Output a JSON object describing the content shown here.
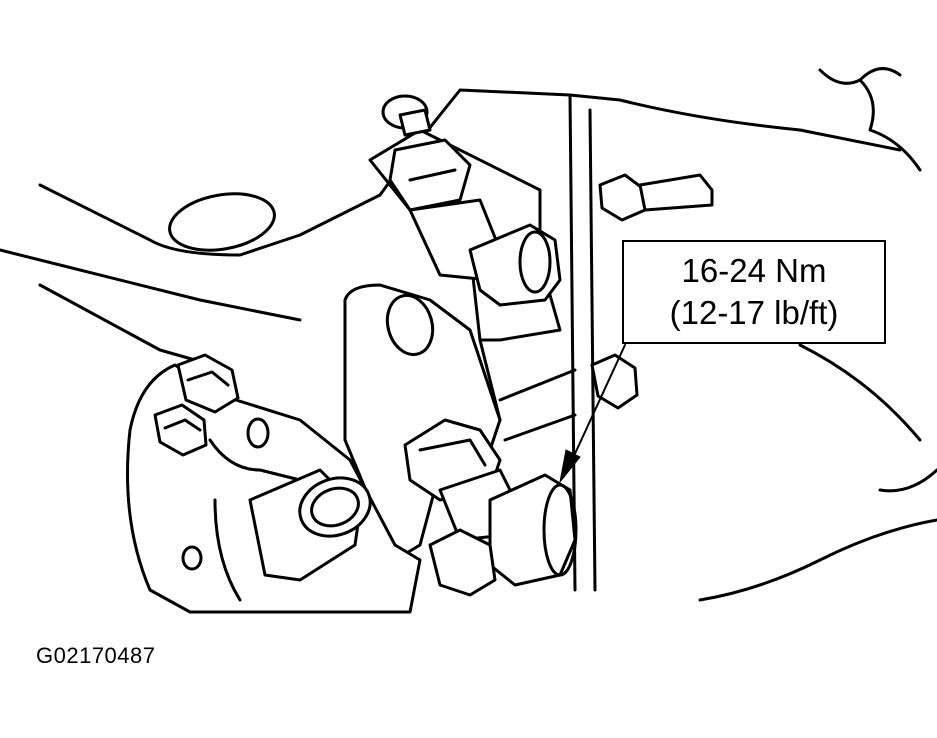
{
  "figure": {
    "id": "G02170487"
  },
  "callout": {
    "line1": "16-24 Nm",
    "line2": "(12-17 lb/ft)"
  }
}
